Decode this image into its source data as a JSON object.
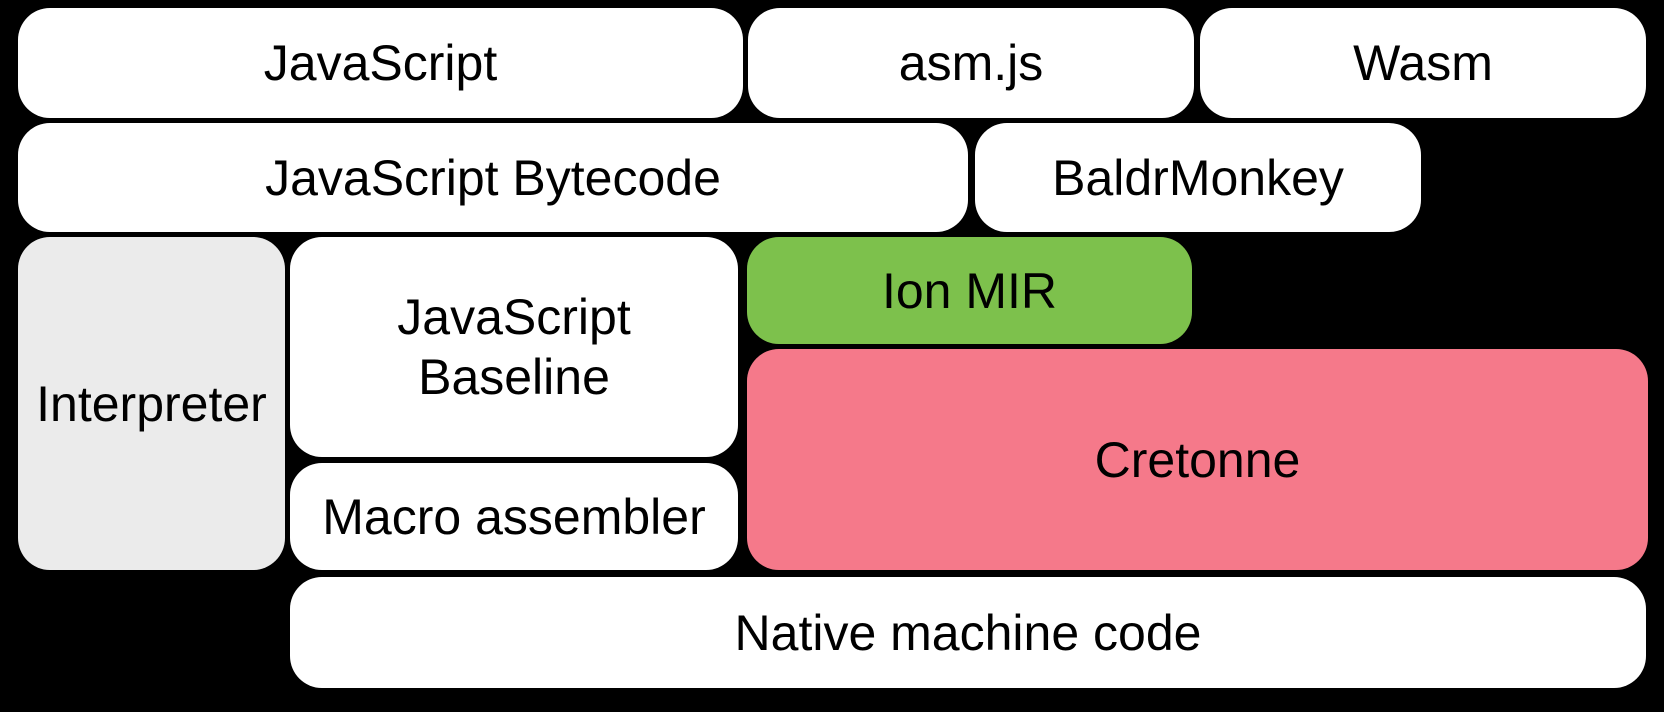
{
  "diagram": {
    "background_color": "#000000",
    "text_color": "#000000",
    "colors": {
      "default_box": "#FFFFFF",
      "interpreter_gray": "#EBEBEB",
      "ion_mir_green": "#7DC14C",
      "cretonne_pink": "#F5798A"
    },
    "boxes": {
      "javascript": {
        "label": "JavaScript",
        "fill": "#FFFFFF"
      },
      "asm_js": {
        "label": "asm.js",
        "fill": "#FFFFFF"
      },
      "wasm": {
        "label": "Wasm",
        "fill": "#FFFFFF"
      },
      "javascript_bytecode": {
        "label": "JavaScript Bytecode",
        "fill": "#FFFFFF"
      },
      "baldrmonkey": {
        "label": "BaldrMonkey",
        "fill": "#FFFFFF"
      },
      "interpreter": {
        "label": "Interpreter",
        "fill": "#EBEBEB"
      },
      "javascript_baseline": {
        "label": "JavaScript Baseline",
        "fill": "#FFFFFF"
      },
      "ion_mir": {
        "label": "Ion MIR",
        "fill": "#7DC14C"
      },
      "cretonne": {
        "label": "Cretonne",
        "fill": "#F5798A"
      },
      "macro_assembler": {
        "label": "Macro assembler",
        "fill": "#FFFFFF"
      },
      "native_machine_code": {
        "label": "Native machine code",
        "fill": "#FFFFFF"
      }
    }
  }
}
